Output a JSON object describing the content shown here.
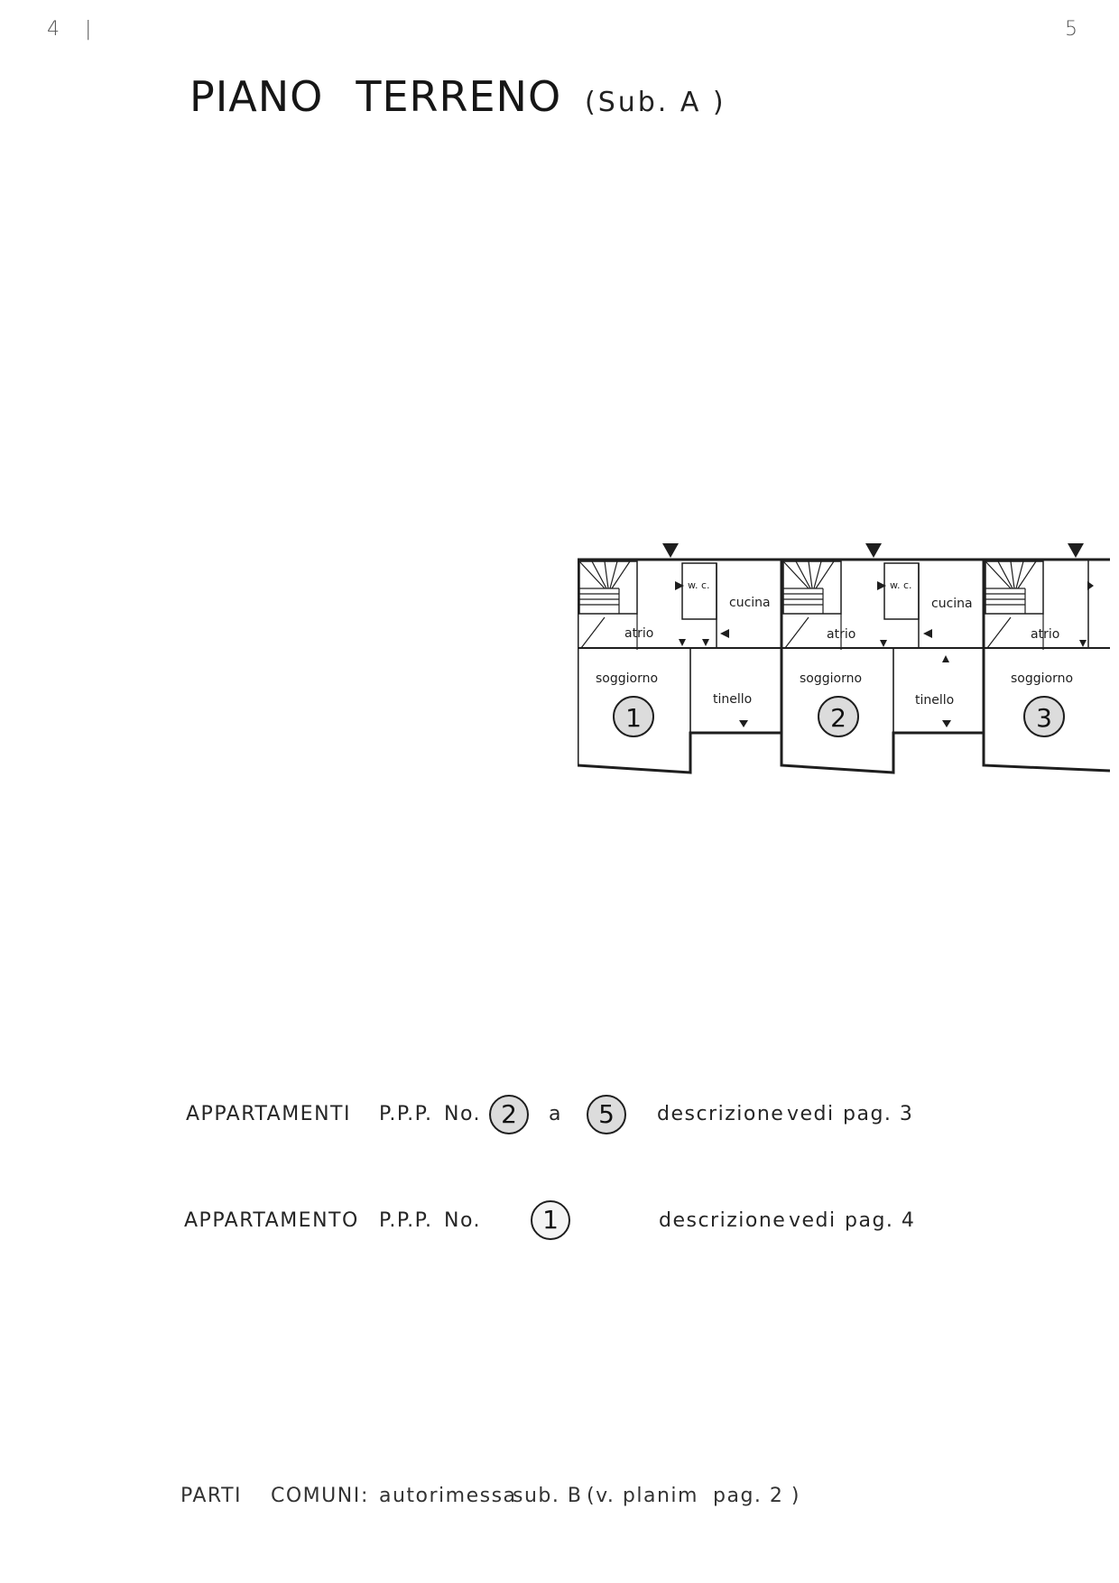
{
  "page": {
    "left_number": "4",
    "right_number": "5"
  },
  "heading": {
    "main_word_1": "PIANO",
    "main_word_2": "TERRENO",
    "sub": "(Sub. A )"
  },
  "plan": {
    "rooms": {
      "wc": "w. c.",
      "kitchen": "cucina",
      "atrium": "atrio",
      "living": "soggiorno",
      "dining": "tinello"
    },
    "units": [
      "1",
      "2",
      "3"
    ]
  },
  "lines": {
    "line1": {
      "label": "APPARTAMENTI",
      "ppp": "P.P.P.",
      "no": "No.",
      "from": "2",
      "to_word": "a",
      "to": "5",
      "desc": "descrizione",
      "vedi": "vedi",
      "pag": "pag. 3"
    },
    "line2": {
      "label": "APPARTAMENTO",
      "ppp": "P.P.P.",
      "no": "No.",
      "num": "1",
      "desc": "descrizione",
      "vedi": "vedi",
      "pag": "pag. 4"
    },
    "common": {
      "label": "PARTI",
      "label2": "COMUNI",
      "sep": ":",
      "text": "autorimessa",
      "sub": "sub. B",
      "ref": "(v. planim",
      "pag": "pag. 2 )"
    }
  },
  "colors": {
    "ink": "#1e1e1e",
    "circle_fill": "#dcdcdc",
    "paper": "#ffffff"
  }
}
